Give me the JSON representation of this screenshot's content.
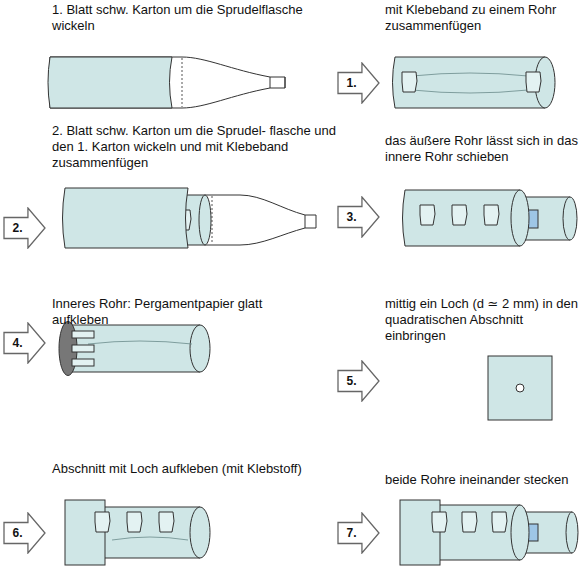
{
  "diagram": {
    "nodes": [
      {
        "text": [
          "1."
        ]
      },
      {
        "text": [
          "2."
        ]
      },
      {
        "text": [
          "3."
        ]
      },
      {
        "text": [
          "4."
        ]
      },
      {
        "text": [
          "5."
        ]
      },
      {
        "text": [
          "6."
        ]
      },
      {
        "text": [
          "7."
        ]
      }
    ],
    "labels": [
      "1. Blatt schw. Karton um die Sprudelflasche wickeln",
      "mit Klebeband zu einem Rohr zusammenfügen",
      "2. Blatt schw. Karton um die Sprudel- flasche und den 1. Karton wickeln und mit Klebeband zusammenfügen",
      "das äußere Rohr lässt sich in das innere Rohr schieben",
      "Inneres Rohr: Pergamentpapier glatt aufkleben",
      "mittig ein Loch (d ≃ 2 mm) in den quadratischen Abschnitt einbringen",
      "Abschnitt mit Loch aufkleben (mit Klebstoff)",
      "beide Rohre ineinander stecken"
    ]
  }
}
